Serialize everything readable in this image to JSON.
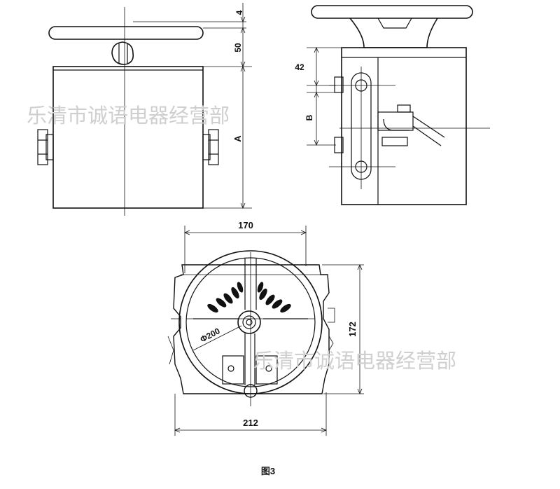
{
  "dimensions": {
    "top_gap": "4",
    "handle_height": "50",
    "body_height": "A",
    "side_top": "42",
    "side_mid": "B",
    "width_170": "170",
    "height_172": "172",
    "diameter": "Φ200",
    "width_212": "212"
  },
  "watermark": "乐清市诚语电器经营部",
  "caption": "图3",
  "colors": {
    "line": "#111111",
    "watermark": "#cfcfcf",
    "background": "#ffffff"
  }
}
